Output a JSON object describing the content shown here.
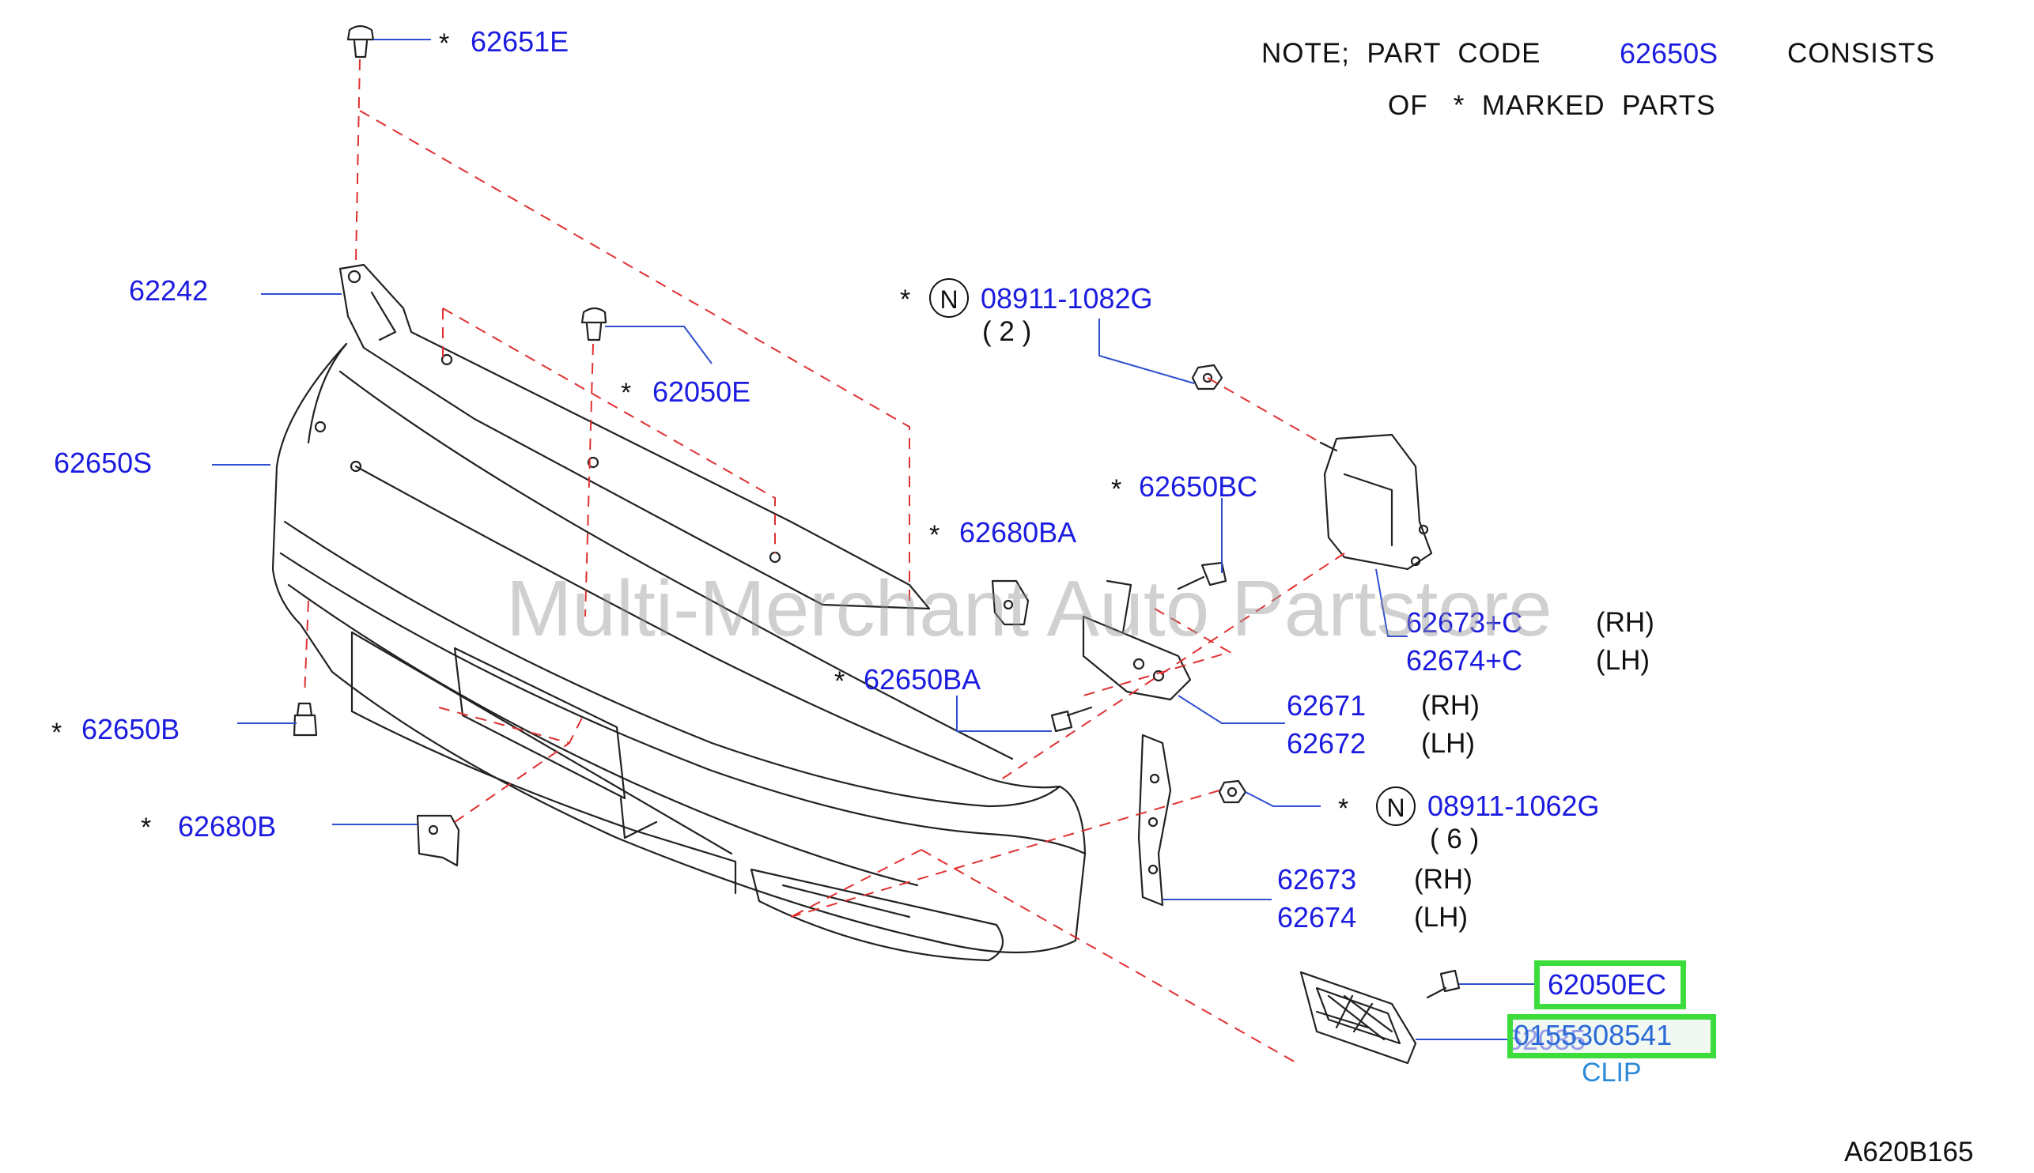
{
  "note": {
    "line1_prefix": "NOTE;  PART  CODE",
    "line1_code": "62650S",
    "line1_suffix": "CONSISTS",
    "line2": "OF   *  MARKED  PARTS"
  },
  "diagram_code": "A620B165",
  "watermark": "Multi-Merchant Auto Partstore",
  "star": "*",
  "n_symbol": "N",
  "parts": {
    "p62651E": "62651E",
    "p62242": "62242",
    "p62050E": "62050E",
    "p62650S": "62650S",
    "p08911_1082G": "08911-1082G",
    "qty_2": "( 2 )",
    "p62650BC": "62650BC",
    "p62680BA": "62680BA",
    "p62673C": "62673+C",
    "p62674C": "62674+C",
    "p62650BA": "62650BA",
    "p62671": "62671",
    "p62672": "62672",
    "p62650B": "62650B",
    "p08911_1062G": "08911-1062G",
    "qty_6": "( 6 )",
    "p62680B": "62680B",
    "p62673": "62673",
    "p62674": "62674",
    "p62050EC": "62050EC",
    "p62035": "62035",
    "p0155308541": "0155308541",
    "clip": "CLIP"
  },
  "sides": {
    "rh": "(RH)",
    "lh": "(LH)"
  },
  "colors": {
    "label_blue": "#1c1ce0",
    "leader_blue": "#2f4fd0",
    "dash_red": "#e03030",
    "highlight_green": "#3ddc3d",
    "clip_blue": "#2a8ad8"
  }
}
